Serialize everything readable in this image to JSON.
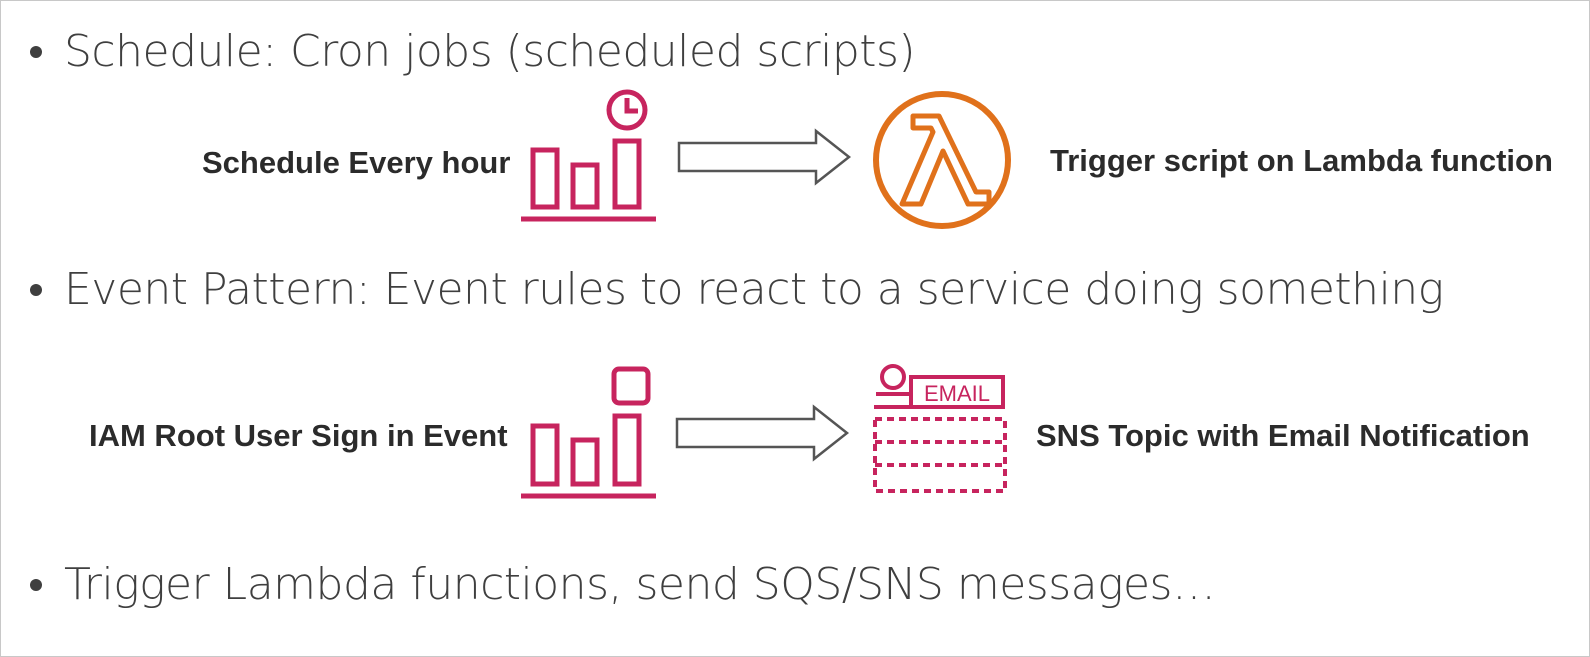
{
  "bullets": [
    {
      "text": "Schedule: Cron jobs (scheduled scripts)"
    },
    {
      "text": "Event Pattern: Event rules to react to a service doing something"
    },
    {
      "text": "Trigger Lambda functions, send SQS/SNS messages…"
    }
  ],
  "schedule_flow": {
    "source_label": "Schedule Every hour",
    "source_icon": "eventbridge-schedule-icon",
    "arrow_icon": "right-arrow-icon",
    "target_icon": "lambda-icon",
    "target_label": "Trigger script on Lambda function"
  },
  "event_flow": {
    "source_label": "IAM Root User Sign in Event",
    "source_icon": "eventbridge-event-icon",
    "arrow_icon": "right-arrow-icon",
    "target_icon": "sns-email-icon",
    "target_badge": "EMAIL",
    "target_label": "SNS Topic with Email Notification"
  },
  "colors": {
    "eventbridge": "#C7245E",
    "lambda": "#E0711B",
    "text": "#3F3F3F",
    "label": "#2B2B2B"
  }
}
